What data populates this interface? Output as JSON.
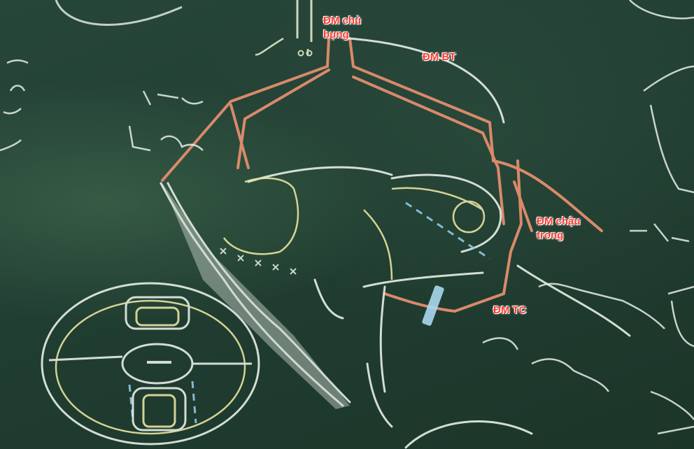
{
  "colors": {
    "board": "#223f33",
    "chalk_white": "#e6efe6",
    "chalk_orange": "#d98a6a",
    "chalk_yellow": "#e7e3a0",
    "chalk_blue": "#8ec8e6",
    "label_red": "#ff3b30"
  },
  "labels": {
    "dm_chu_bung": {
      "line1": "ĐM chủ",
      "line2": "bụng"
    },
    "dm_bt": "ĐM BT",
    "dm_chau_trong": {
      "line1": "ĐM chậu",
      "line2": "trong"
    },
    "dm_tc": "ĐM TC"
  }
}
